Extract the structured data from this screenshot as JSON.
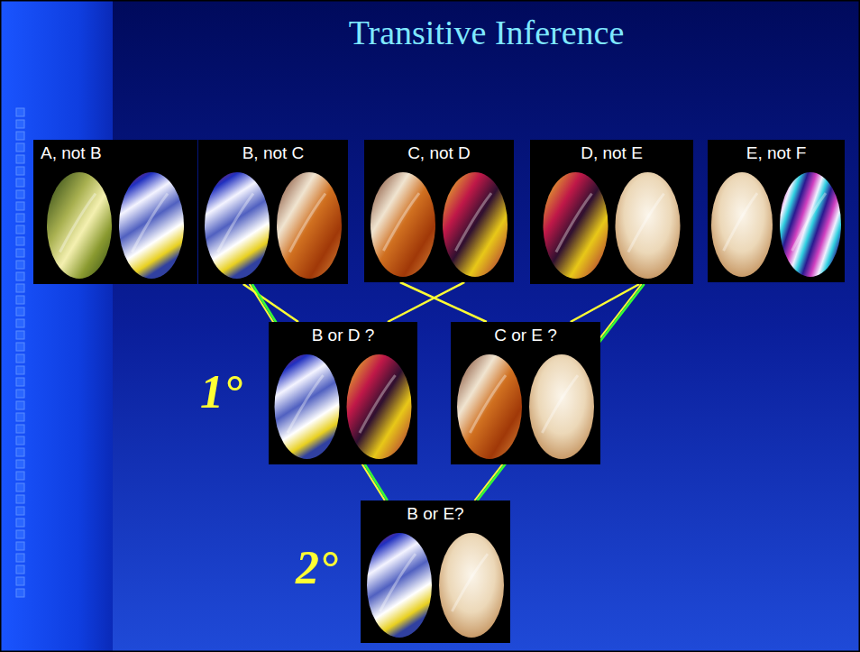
{
  "diagram": {
    "title": "Transitive Inference",
    "nodes": [
      {
        "text": [
          "A, not B"
        ]
      },
      {
        "text": [
          "B, not C"
        ]
      },
      {
        "text": [
          "C, not D"
        ]
      },
      {
        "text": [
          "D, not E"
        ]
      },
      {
        "text": [
          "E, not F"
        ]
      },
      {
        "text": [
          "B or D ?"
        ]
      },
      {
        "text": [
          "C or E ?"
        ]
      },
      {
        "text": [
          "B or E?"
        ]
      }
    ],
    "edges": [
      {
        "from": 1,
        "to": 5,
        "arrow": "none"
      },
      {
        "from": 2,
        "to": 5,
        "arrow": "none"
      },
      {
        "from": 2,
        "to": 6,
        "arrow": "none"
      },
      {
        "from": 3,
        "to": 6,
        "arrow": "none"
      },
      {
        "from": 1,
        "to": 7,
        "arrow": "none"
      },
      {
        "from": 3,
        "to": 7,
        "arrow": "none"
      }
    ],
    "labels": [
      "1°",
      "2°"
    ]
  }
}
